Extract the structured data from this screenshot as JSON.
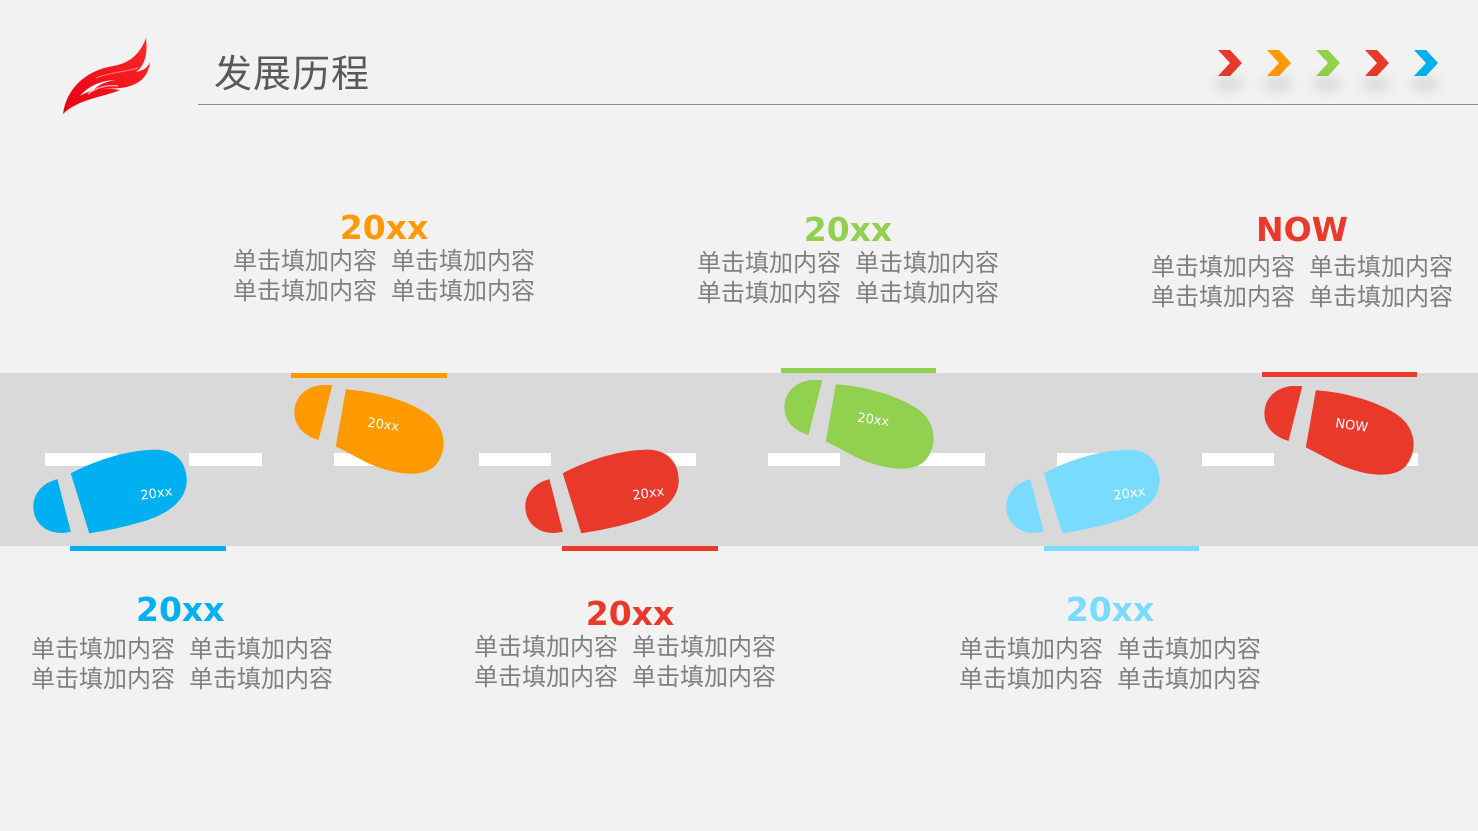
{
  "header": {
    "title": "发展历程",
    "logo_icon": "red-flame-wing-logo",
    "chevrons": [
      {
        "icon": "chevron-right-icon",
        "color": "#e8392a"
      },
      {
        "icon": "chevron-right-icon",
        "color": "#ff9900"
      },
      {
        "icon": "chevron-right-icon",
        "color": "#92d050"
      },
      {
        "icon": "chevron-right-icon",
        "color": "#e8392a"
      },
      {
        "icon": "chevron-right-icon",
        "color": "#00b0f0"
      }
    ]
  },
  "colors": {
    "background": "#f2f2f2",
    "road": "#d9d9d9",
    "lane_dash": "#ffffff",
    "text_gray": "#7f7f7f",
    "title_gray": "#595959"
  },
  "milestones": [
    {
      "id": 1,
      "position": "bottom",
      "year": "20xx",
      "foot_label": "20xx",
      "color": "#00b0f0",
      "lines": [
        [
          "单击填加内容",
          "单击填加内容"
        ],
        [
          "单击填加内容",
          "单击填加内容"
        ]
      ]
    },
    {
      "id": 2,
      "position": "top",
      "year": "20xx",
      "foot_label": "20xx",
      "color": "#ff9900",
      "lines": [
        [
          "单击填加内容",
          "单击填加内容"
        ],
        [
          "单击填加内容",
          "单击填加内容"
        ]
      ]
    },
    {
      "id": 3,
      "position": "bottom",
      "year": "20xx",
      "foot_label": "20xx",
      "color": "#e8392a",
      "lines": [
        [
          "单击填加内容",
          "单击填加内容"
        ],
        [
          "单击填加内容",
          "单击填加内容"
        ]
      ]
    },
    {
      "id": 4,
      "position": "top",
      "year": "20xx",
      "foot_label": "20xx",
      "color": "#92d050",
      "lines": [
        [
          "单击填加内容",
          "单击填加内容"
        ],
        [
          "单击填加内容",
          "单击填加内容"
        ]
      ]
    },
    {
      "id": 5,
      "position": "bottom",
      "year": "20xx",
      "foot_label": "20xx",
      "color": "#79dbfe",
      "lines": [
        [
          "单击填加内容",
          "单击填加内容"
        ],
        [
          "单击填加内容",
          "单击填加内容"
        ]
      ]
    },
    {
      "id": 6,
      "position": "top",
      "year": "NOW",
      "foot_label": "NOW",
      "color": "#e8392a",
      "lines": [
        [
          "单击填加内容",
          "单击填加内容"
        ],
        [
          "单击填加内容",
          "单击填加内容"
        ]
      ]
    }
  ]
}
